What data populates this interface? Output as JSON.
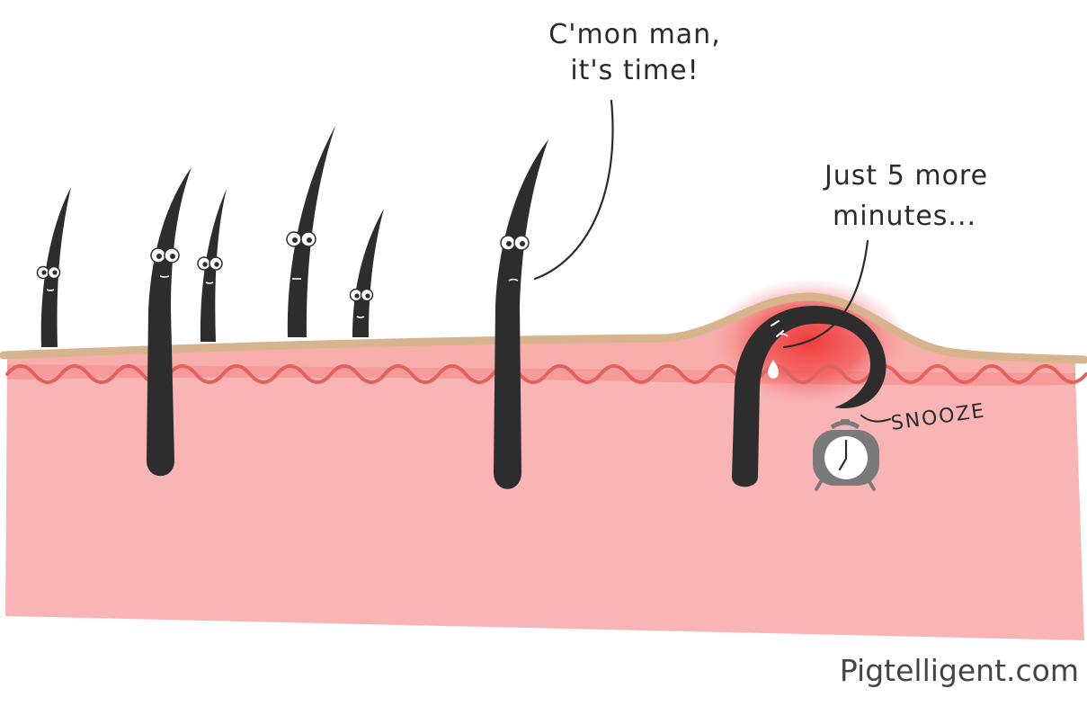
{
  "speech": {
    "upright_hair_line1": "C'mon man,",
    "upright_hair_line2": "it's time!",
    "ingrown_hair_line1": "Just 5 more",
    "ingrown_hair_line2": "minutes..."
  },
  "labels": {
    "snooze": "SNOOZE"
  },
  "watermark": "Pigtelligent.com",
  "colors": {
    "skin_surface": "#d8b48e",
    "skin_body": "#f9b4b6",
    "skin_top_layer": "#f4938f",
    "skin_wavy_line": "#e2625f",
    "inflammation": "#ef4a4a",
    "hair": "#2d2d2d",
    "clock_body": "#7a7a7a",
    "text": "#2b2b2b"
  },
  "icons": {
    "clock": "alarm-clock-icon",
    "sweat": "sweat-drop-icon"
  }
}
